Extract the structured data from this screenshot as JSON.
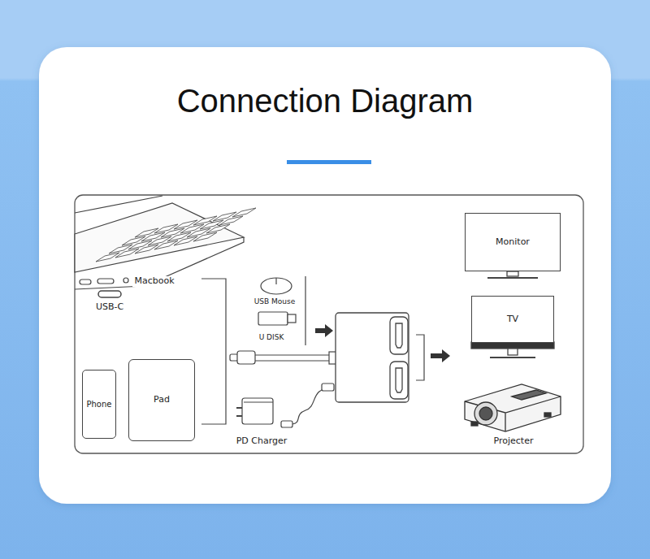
{
  "diagram": {
    "title": "Connection Diagram",
    "nodes": [
      {
        "text": [
          "Monitor"
        ]
      },
      {
        "text": [
          "TV"
        ]
      },
      {
        "text": [
          "Phone"
        ]
      },
      {
        "text": [
          "Pad"
        ]
      }
    ],
    "labels": [
      "Macbook",
      "USB-C",
      "USB Mouse",
      "U DISK",
      "PD Charger",
      "Projecter"
    ]
  }
}
